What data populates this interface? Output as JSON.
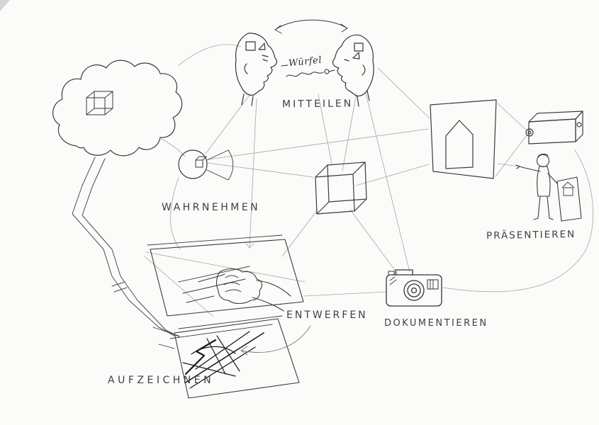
{
  "labels": {
    "mitteilen": "MITTEILEN",
    "wahrnehmen": "WAHRNEHMEN",
    "praesentieren": "PRÄSENTIEREN",
    "entwerfen": "ENTWERFEN",
    "dokumentieren": "DOKUMENTIEREN",
    "aufzeichnen": "AUFZEICHNEN"
  },
  "speech": {
    "word": "Würfel"
  },
  "colors": {
    "ink": "#3a3a3a",
    "pencil": "#a0a0a0",
    "scribble": "#1d1d1d",
    "label": "#3f3f3f",
    "paper": "#fbfbf9"
  },
  "icons": [
    "thought-cloud",
    "cube",
    "talking-heads",
    "double-arrow",
    "eye-view-cone",
    "projection-screen",
    "house",
    "projector",
    "presenter-figure",
    "podium",
    "drawing-hand",
    "pencil",
    "sketch-sheets",
    "camera",
    "flow-arrow"
  ]
}
